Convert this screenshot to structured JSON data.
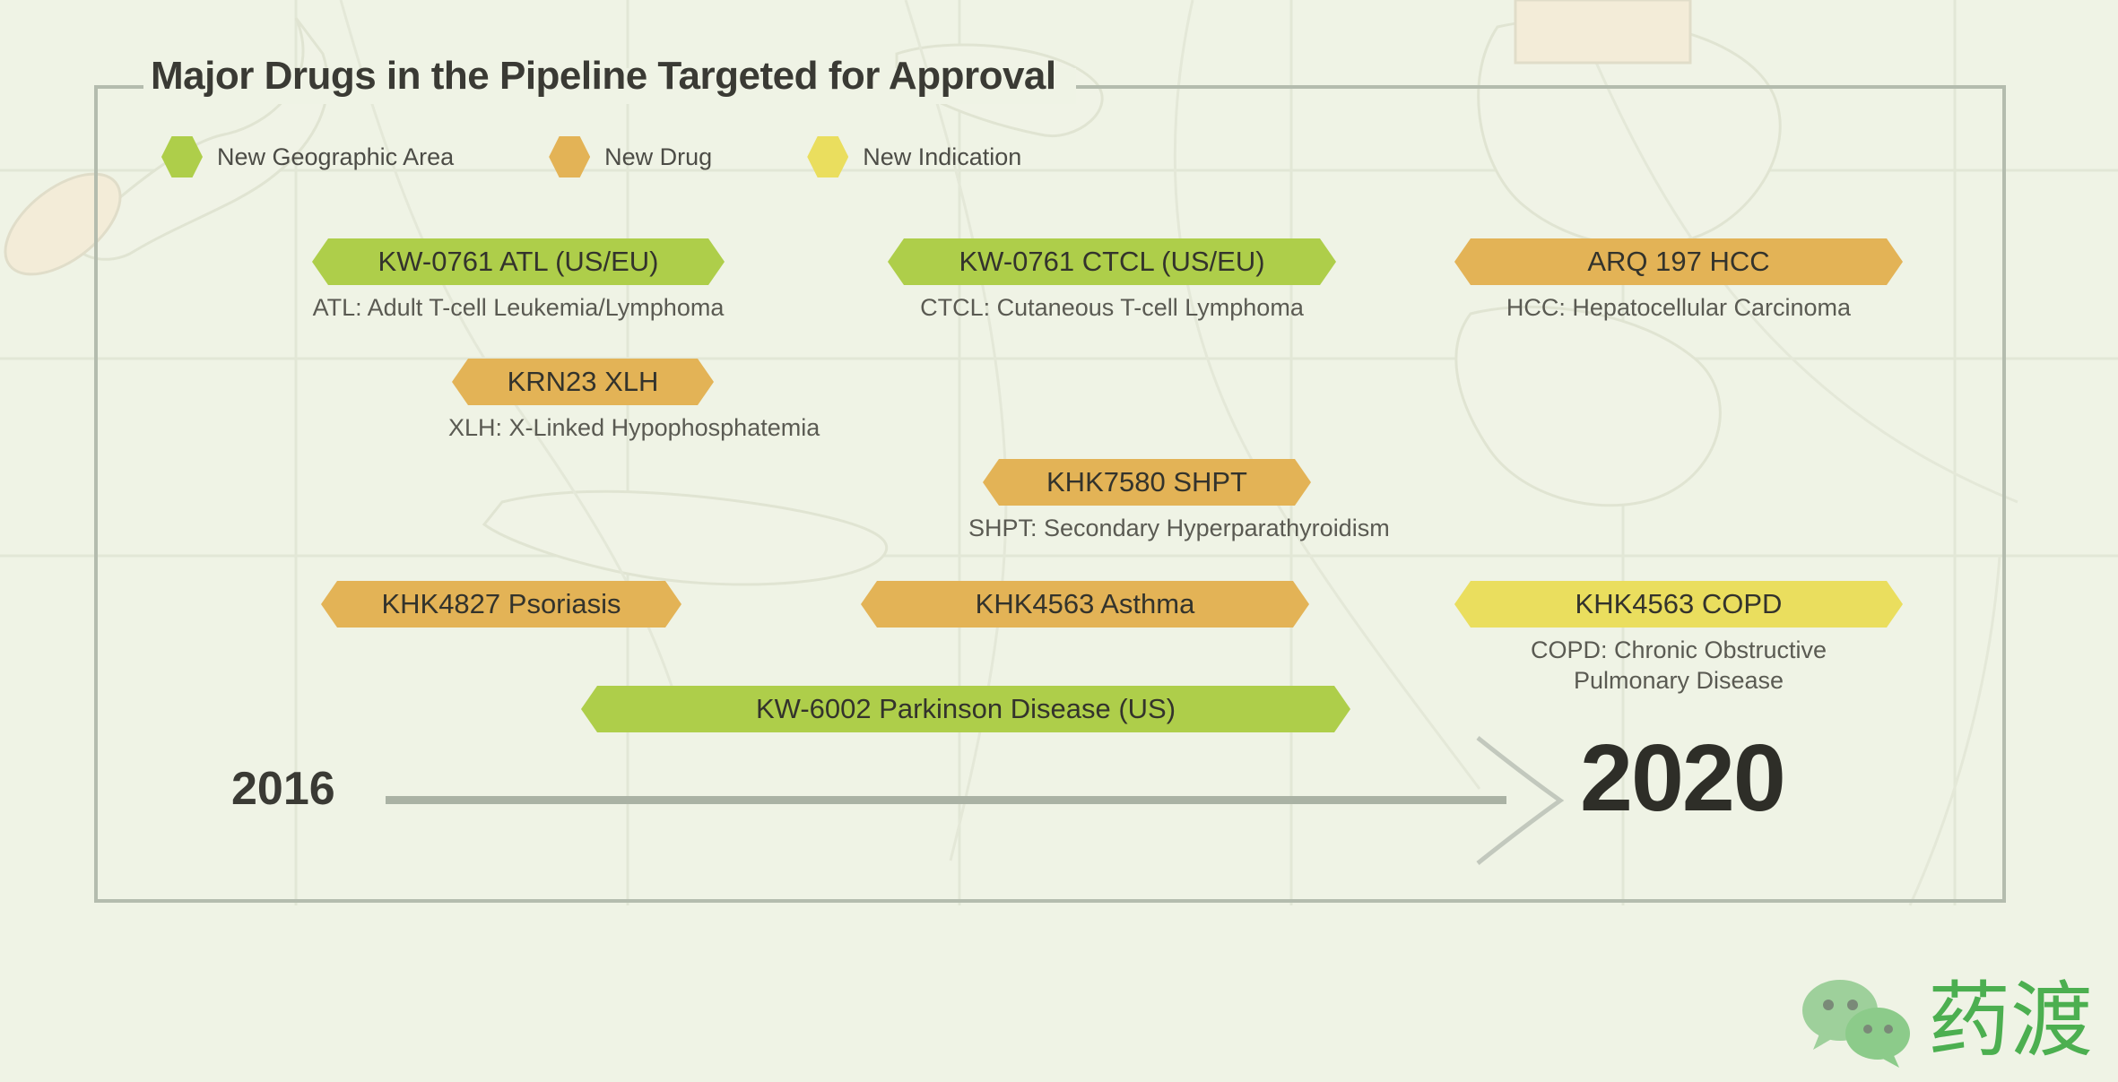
{
  "title": "Major Drugs in the Pipeline Targeted for Approval",
  "colors": {
    "background": "#eff3e5",
    "frame": "#b4bcae",
    "new_geographic_area": "#aece4a",
    "new_drug": "#e3b356",
    "new_indication": "#eade5e",
    "text_dark": "#3a3a34",
    "caption": "#5a5a52",
    "timeline": "#aab2a4",
    "watermark_green": "#4caf50"
  },
  "legend": {
    "items": [
      {
        "label": "New Geographic Area",
        "color": "#aece4a",
        "key": "new-geographic-area"
      },
      {
        "label": "New Drug",
        "color": "#e3b356",
        "key": "new-drug"
      },
      {
        "label": "New Indication",
        "color": "#eade5e",
        "key": "new-indication"
      }
    ]
  },
  "bars": [
    {
      "label": "KW-0761 ATL (US/EU)",
      "category": "New Geographic Area",
      "color": "#aece4a"
    },
    {
      "label": "KW-0761 CTCL (US/EU)",
      "category": "New Geographic Area",
      "color": "#aece4a"
    },
    {
      "label": "ARQ 197 HCC",
      "category": "New Drug",
      "color": "#e3b356"
    },
    {
      "label": "KRN23 XLH",
      "category": "New Drug",
      "color": "#e3b356"
    },
    {
      "label": "KHK7580 SHPT",
      "category": "New Drug",
      "color": "#e3b356"
    },
    {
      "label": "KHK4827 Psoriasis",
      "category": "New Drug",
      "color": "#e3b356"
    },
    {
      "label": "KHK4563 Asthma",
      "category": "New Drug",
      "color": "#e3b356"
    },
    {
      "label": "KHK4563 COPD",
      "category": "New Indication",
      "color": "#eade5e"
    },
    {
      "label": "KW-6002 Parkinson Disease (US)",
      "category": "New Geographic Area",
      "color": "#aece4a"
    }
  ],
  "captions": [
    {
      "text": "ATL: Adult T-cell Leukemia/Lymphoma"
    },
    {
      "text": "CTCL: Cutaneous T-cell Lymphoma"
    },
    {
      "text": "HCC: Hepatocellular Carcinoma"
    },
    {
      "text": "XLH: X-Linked Hypophosphatemia"
    },
    {
      "text": "SHPT: Secondary Hyperparathyroidism"
    },
    {
      "text": "COPD: Chronic Obstructive"
    },
    {
      "text": "Pulmonary Disease"
    }
  ],
  "timeline": {
    "start_year": "2016",
    "end_year": "2020"
  },
  "watermark": {
    "text": "药渡",
    "icon": "wechat-icon"
  },
  "chart_data": {
    "type": "table",
    "title": "Major Drugs in the Pipeline Targeted for Approval",
    "xlabel": "Timeline",
    "ylabel": "",
    "x": [
      "2016",
      "2020"
    ],
    "legend": [
      "New Geographic Area",
      "New Drug",
      "New Indication"
    ],
    "rows": [
      {
        "drug": "KW-0761 ATL (US/EU)",
        "category": "New Geographic Area",
        "abbreviation": "ATL",
        "expansion": "Adult T-cell Leukemia/Lymphoma",
        "row": 1,
        "column": 1
      },
      {
        "drug": "KW-0761 CTCL (US/EU)",
        "category": "New Geographic Area",
        "abbreviation": "CTCL",
        "expansion": "Cutaneous T-cell Lymphoma",
        "row": 1,
        "column": 2
      },
      {
        "drug": "ARQ 197 HCC",
        "category": "New Drug",
        "abbreviation": "HCC",
        "expansion": "Hepatocellular Carcinoma",
        "row": 1,
        "column": 3
      },
      {
        "drug": "KRN23 XLH",
        "category": "New Drug",
        "abbreviation": "XLH",
        "expansion": "X-Linked Hypophosphatemia",
        "row": 2,
        "column": 1
      },
      {
        "drug": "KHK7580 SHPT",
        "category": "New Drug",
        "abbreviation": "SHPT",
        "expansion": "Secondary Hyperparathyroidism",
        "row": 3,
        "column": 2
      },
      {
        "drug": "KHK4827 Psoriasis",
        "category": "New Drug",
        "abbreviation": "",
        "expansion": "",
        "row": 4,
        "column": 1
      },
      {
        "drug": "KHK4563 Asthma",
        "category": "New Drug",
        "abbreviation": "",
        "expansion": "",
        "row": 4,
        "column": 2
      },
      {
        "drug": "KHK4563 COPD",
        "category": "New Indication",
        "abbreviation": "COPD",
        "expansion": "Chronic Obstructive Pulmonary Disease",
        "row": 4,
        "column": 3
      },
      {
        "drug": "KW-6002 Parkinson Disease (US)",
        "category": "New Geographic Area",
        "abbreviation": "",
        "expansion": "",
        "row": 5,
        "column": 1
      }
    ]
  }
}
